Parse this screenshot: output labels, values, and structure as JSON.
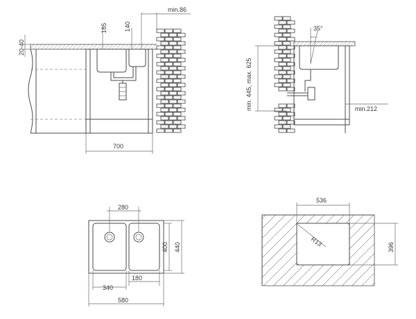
{
  "views": {
    "front_elevation": {
      "dim_min_side": "min.86",
      "dim_drain_left": "185",
      "dim_drain_right": "140",
      "dim_worktop": "20-40",
      "dim_cabinet_width": "700"
    },
    "side_elevation": {
      "dim_angle": "35°",
      "dim_height": "min. 445, max. 625",
      "dim_min_depth": "min.212"
    },
    "top_view": {
      "dim_bowl_gap": "280",
      "dim_height_inner": "400",
      "dim_height_outer": "440",
      "dim_left_bowl": "340",
      "dim_right_bowl": "180",
      "dim_total_width": "580"
    },
    "cutout": {
      "dim_width": "536",
      "dim_radius": "R13",
      "dim_height": "396"
    }
  }
}
